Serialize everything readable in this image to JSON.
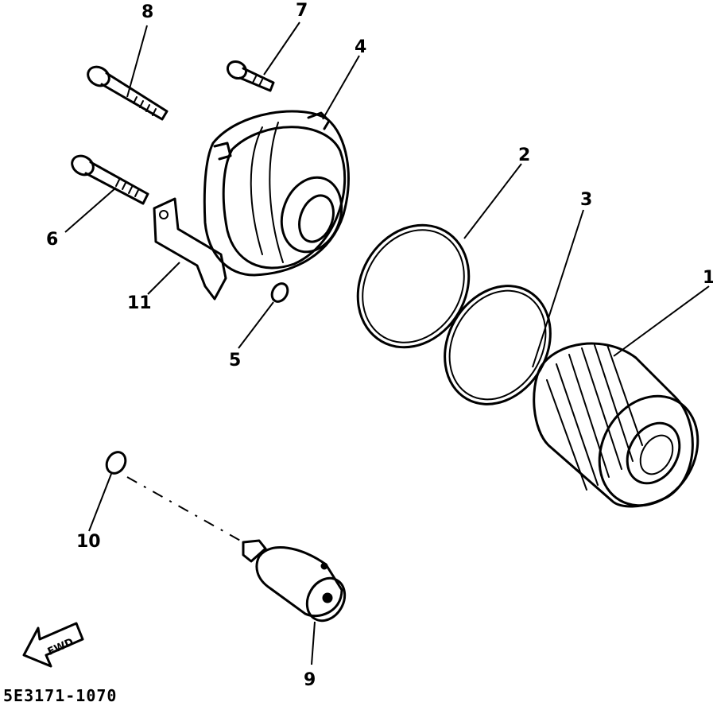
{
  "callouts": {
    "c1": "1",
    "c2": "2",
    "c3": "3",
    "c4": "4",
    "c5": "5",
    "c6": "6",
    "c7": "7",
    "c8": "8",
    "c9": "9",
    "c10": "10",
    "c11": "11"
  },
  "direction_arrow": {
    "label": "FWD"
  },
  "drawing_code": "5E3171-1070",
  "colors": {
    "line": "#000000",
    "background": "#ffffff"
  }
}
